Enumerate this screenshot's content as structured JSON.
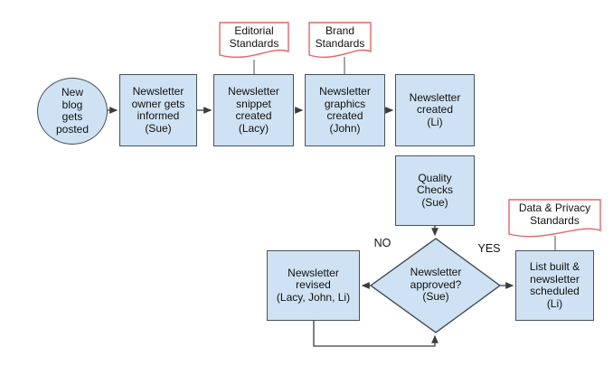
{
  "colors": {
    "canvas-bg": "#ffffff",
    "node-fill": "#cfe2f3",
    "node-stroke": "#46525c",
    "doc-fill": "#ffffff",
    "doc-stroke": "#e06666",
    "line-color": "#757575",
    "arrow-color": "#3c3c3c",
    "text-color": "#111111"
  },
  "flowchart": {
    "nodes": {
      "start": {
        "shape": "ellipse",
        "label": "New\nblog\ngets\nposted"
      },
      "owner_informed": {
        "shape": "rect",
        "label": "Newsletter\nowner gets\ninformed\n(Sue)"
      },
      "snippet_created": {
        "shape": "rect",
        "label": "Newsletter\nsnippet\ncreated\n(Lacy)"
      },
      "graphics_created": {
        "shape": "rect",
        "label": "Newsletter\ngraphics\ncreated\n(John)"
      },
      "newsletter_created": {
        "shape": "rect",
        "label": "Newsletter\ncreated\n(Li)"
      },
      "quality_checks": {
        "shape": "rect",
        "label": "Quality\nChecks\n(Sue)"
      },
      "approval_decision": {
        "shape": "diamond",
        "label": "Newsletter\napproved?\n(Sue)"
      },
      "newsletter_revised": {
        "shape": "rect",
        "label": "Newsletter\nrevised\n(Lacy, John, Li)"
      },
      "list_built": {
        "shape": "rect",
        "label": "List built &\nnewsletter\nscheduled\n(Li)"
      }
    },
    "documents": {
      "editorial": {
        "label": "Editorial\nStandards"
      },
      "brand": {
        "label": "Brand\nStandards"
      },
      "data_privacy": {
        "label": "Data & Privacy\nStandards"
      }
    },
    "branch_labels": {
      "no": "NO",
      "yes": "YES"
    }
  }
}
